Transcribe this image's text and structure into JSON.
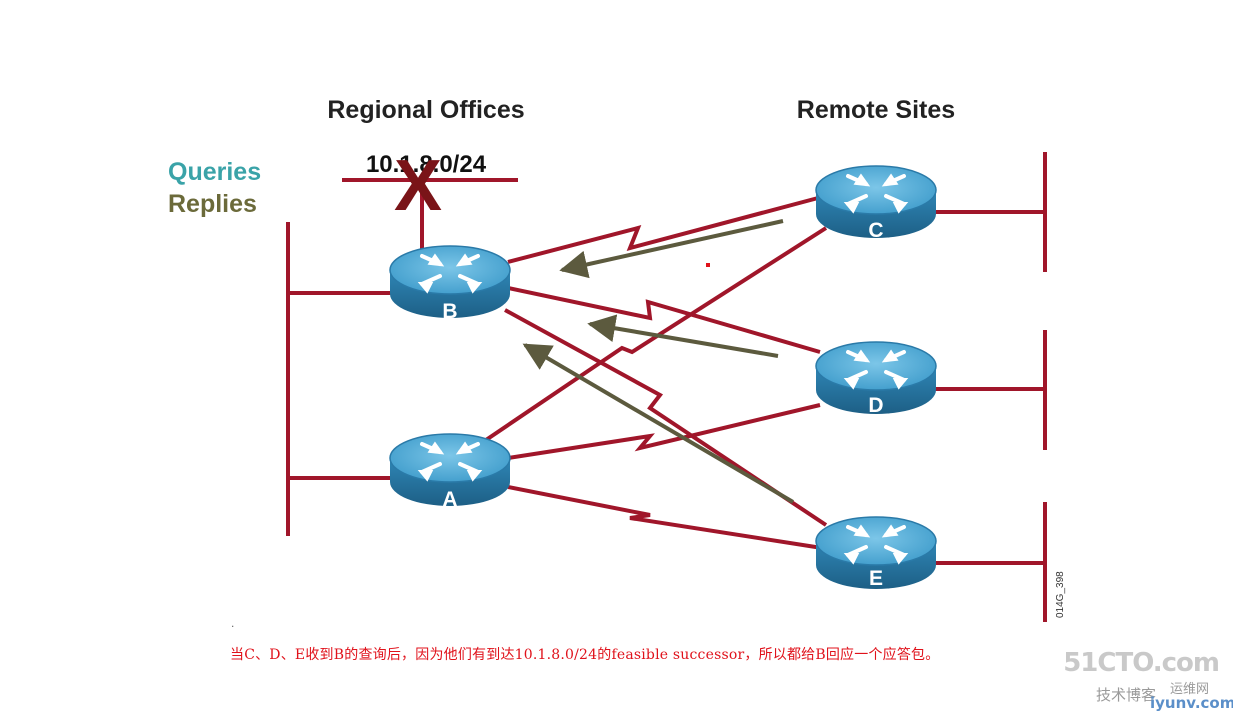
{
  "diagram": {
    "left_heading": "Regional Offices",
    "right_heading": "Remote Sites",
    "legend_queries": "Queries",
    "legend_replies": "Replies",
    "subnet_label": "10.1.8.0/24",
    "failure_marker": "X",
    "figure_code": "014G_398",
    "routers": [
      {
        "label": "B"
      },
      {
        "label": "A"
      },
      {
        "label": "C"
      },
      {
        "label": "D"
      },
      {
        "label": "E"
      }
    ],
    "colors": {
      "queries": "#3aa3a8",
      "replies": "#6b6a3a",
      "link": "#a0162a",
      "router_body": "#3a98c9",
      "failure_marker": "#7a1418",
      "reply_arrow": "#5c5a3e"
    }
  },
  "caption": "当C、D、E收到B的查询后，因为他们有到达10.1.8.0/24的feasible successor，所以都给B回应一个应答包。",
  "watermark": {
    "brand": "51CTO.com",
    "left_text": "技术博客",
    "right_text": "运维网",
    "url": "iyunv.com"
  }
}
